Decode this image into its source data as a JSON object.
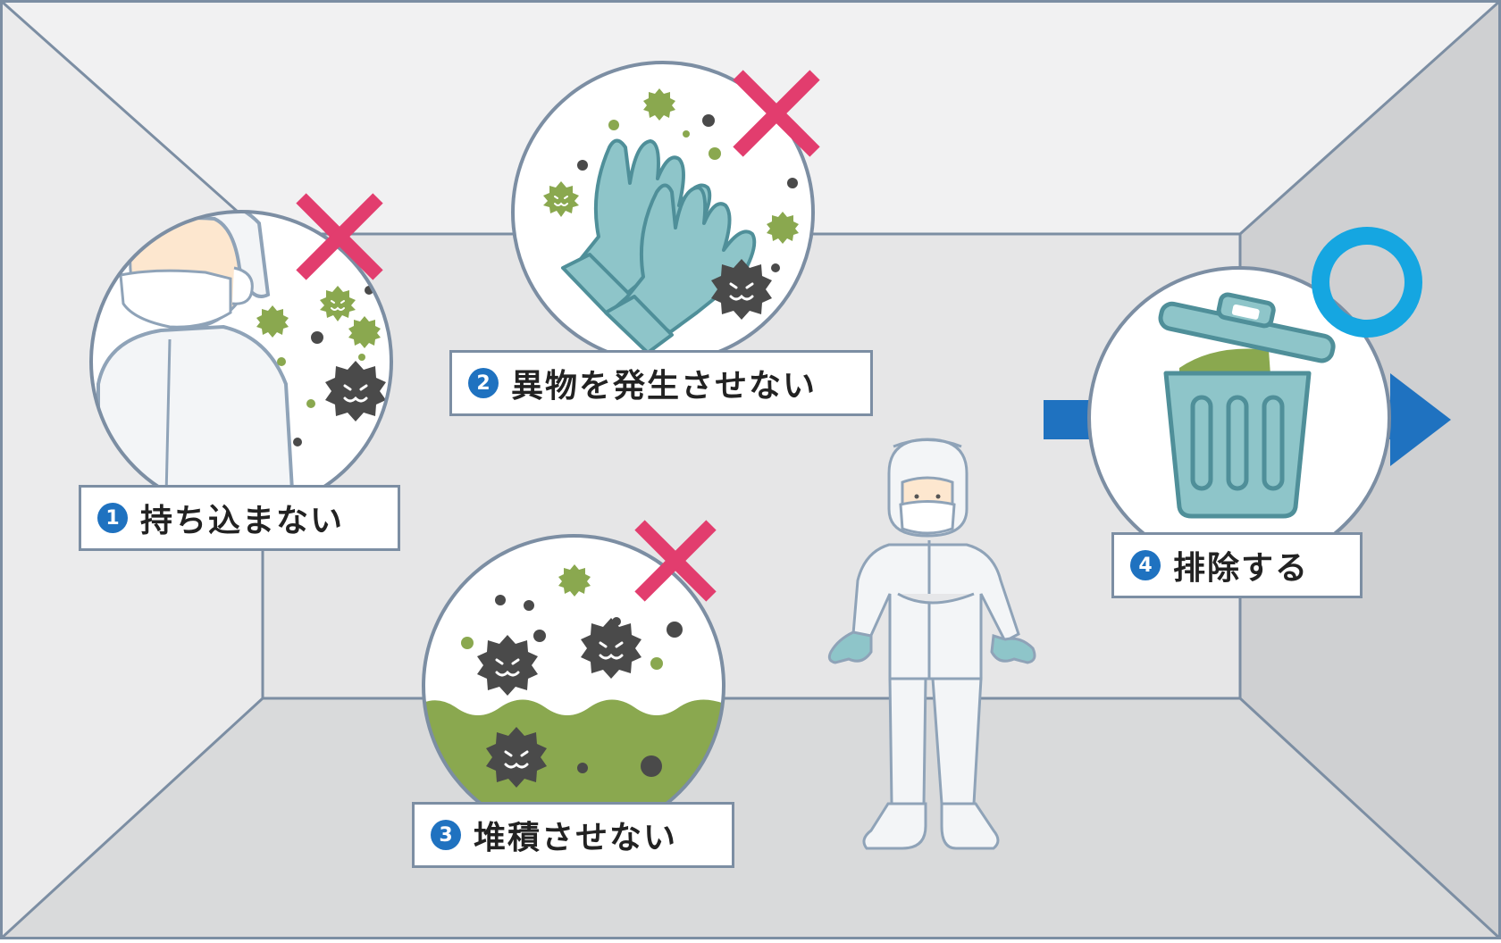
{
  "steps": [
    {
      "number": "1",
      "text": "持ち込まない",
      "verdict": "cross",
      "illustration": "worker-face-mask-with-germs"
    },
    {
      "number": "2",
      "text": "異物を発生させない",
      "verdict": "cross",
      "illustration": "gloves-with-germs"
    },
    {
      "number": "3",
      "text": "堆積させない",
      "verdict": "cross",
      "illustration": "accumulated-germs"
    },
    {
      "number": "4",
      "text": "排除する",
      "verdict": "circle",
      "illustration": "trash-can-with-arrow"
    }
  ],
  "colors": {
    "cross": "#e23d6e",
    "circle": "#15a6e1",
    "badge": "#1f72c0",
    "germ_green": "#8aa84f",
    "germ_dark": "#4a4a4a",
    "glove": "#8ec5c9",
    "trash": "#8ec5c9",
    "wall_frame": "#7c8ea3"
  }
}
